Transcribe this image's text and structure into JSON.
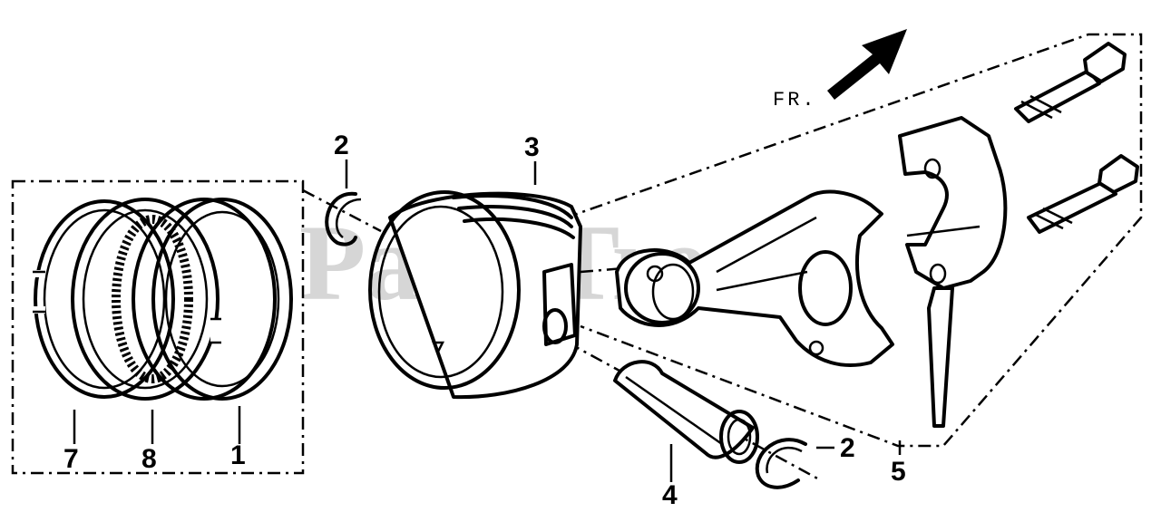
{
  "diagram": {
    "watermark": "PartsTree",
    "direction_label": "FR.",
    "callouts": [
      {
        "id": "ring-set-1",
        "number": "1"
      },
      {
        "id": "clip-left",
        "number": "2"
      },
      {
        "id": "clip-right",
        "number": "2"
      },
      {
        "id": "piston",
        "number": "3"
      },
      {
        "id": "pin",
        "number": "4"
      },
      {
        "id": "rod-assembly",
        "number": "5"
      },
      {
        "id": "ring-top",
        "number": "7"
      },
      {
        "id": "ring-second",
        "number": "8"
      }
    ]
  }
}
